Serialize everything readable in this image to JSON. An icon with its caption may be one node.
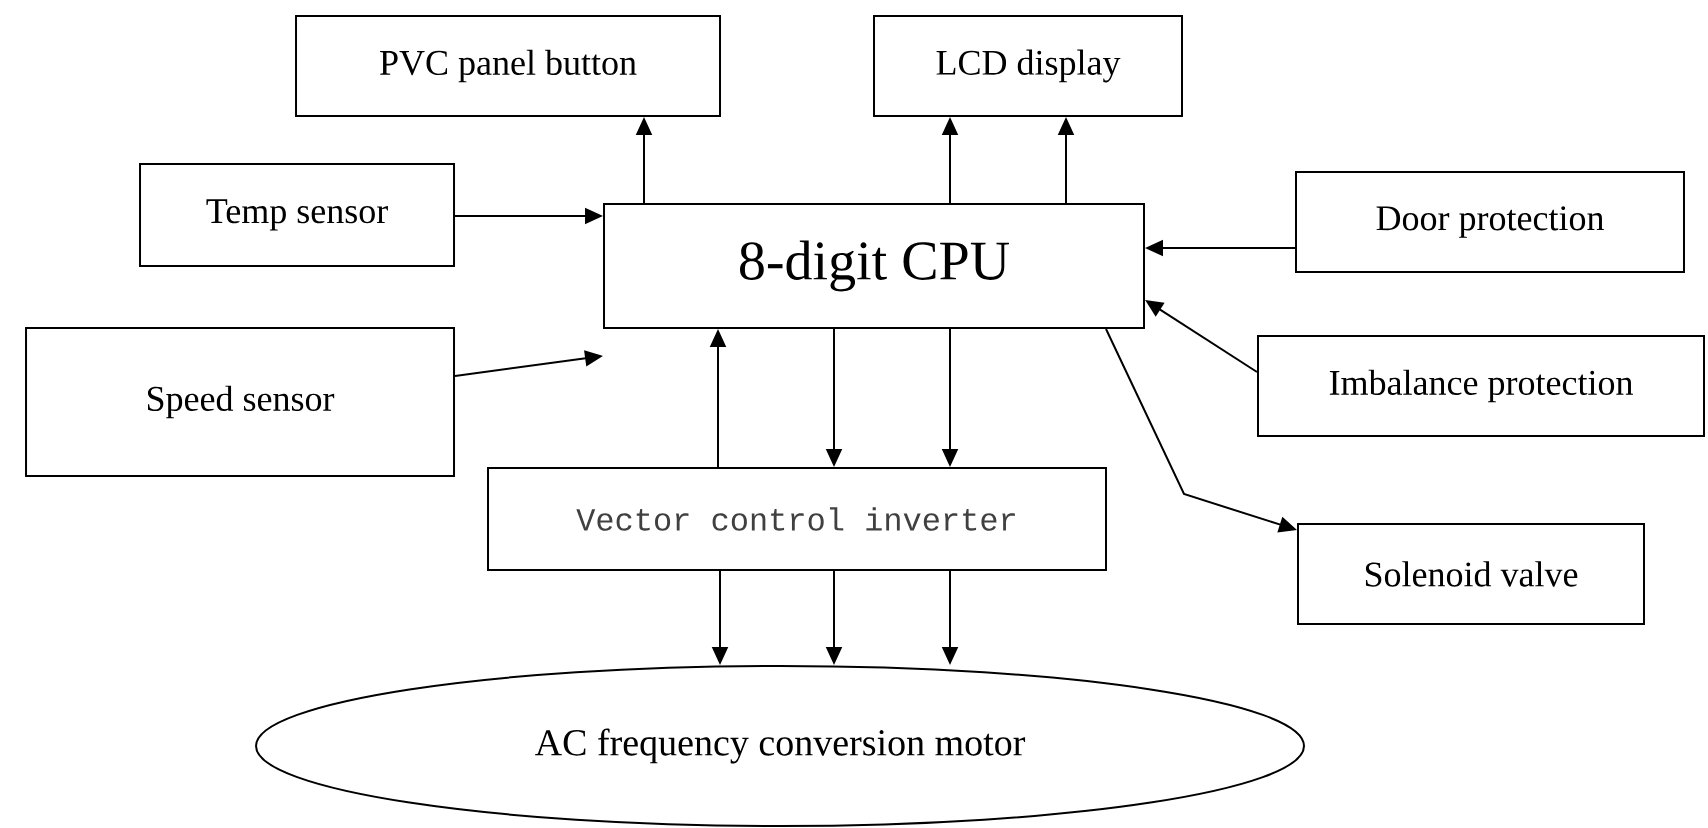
{
  "diagram": {
    "nodes": [
      {
        "text": [
          "PVC panel button"
        ]
      },
      {
        "text": [
          "LCD display"
        ]
      },
      {
        "text": [
          "Temp sensor"
        ]
      },
      {
        "text": [
          "8-digit CPU"
        ]
      },
      {
        "text": [
          "Door protection"
        ]
      },
      {
        "text": [
          "Speed sensor"
        ]
      },
      {
        "text": [
          "Imbalance protection"
        ]
      },
      {
        "text": [
          "Vector control inverter"
        ]
      },
      {
        "text": [
          "Solenoid valve"
        ]
      },
      {
        "text": [
          "AC frequency conversion motor"
        ]
      }
    ],
    "edges": [
      {
        "from": 3,
        "to": 0,
        "arrow": "to"
      },
      {
        "from": 3,
        "to": 1,
        "arrow": "to"
      },
      {
        "from": 3,
        "to": 1,
        "arrow": "to"
      },
      {
        "from": 2,
        "to": 3,
        "arrow": "to"
      },
      {
        "from": 4,
        "to": 3,
        "arrow": "to"
      },
      {
        "from": 5,
        "to": 3,
        "arrow": "to"
      },
      {
        "from": 6,
        "to": 3,
        "arrow": "to"
      },
      {
        "from": 3,
        "to": 8,
        "arrow": "to"
      },
      {
        "from": 7,
        "to": 3,
        "arrow": "to"
      },
      {
        "from": 3,
        "to": 7,
        "arrow": "to"
      },
      {
        "from": 3,
        "to": 7,
        "arrow": "to"
      },
      {
        "from": 7,
        "to": 9,
        "arrow": "to"
      },
      {
        "from": 7,
        "to": 9,
        "arrow": "to"
      },
      {
        "from": 7,
        "to": 9,
        "arrow": "to"
      }
    ]
  }
}
